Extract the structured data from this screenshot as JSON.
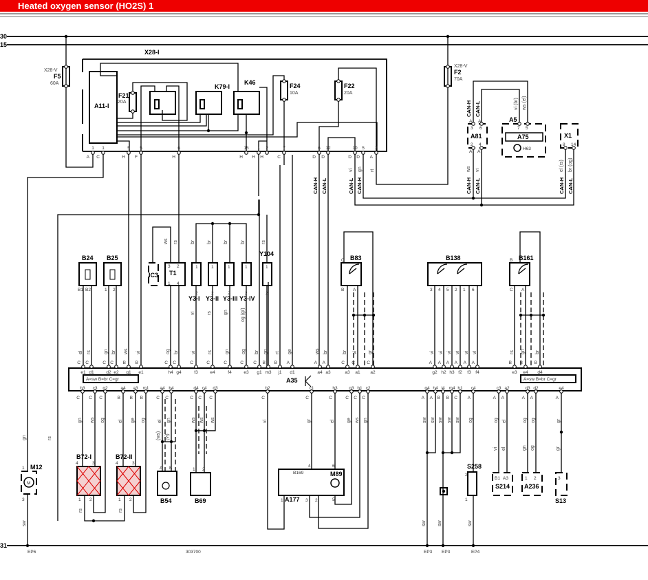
{
  "header": {
    "title": "Heated oxygen sensor (HO2S) 1"
  },
  "rails": {
    "r30": "30",
    "r15": "15",
    "r31": "31"
  },
  "drawing_number": "303700",
  "ground_points": [
    "EP6",
    "EP3",
    "EP3",
    "EP4"
  ],
  "fuses": [
    {
      "id": "F5",
      "rating": "60A",
      "connector": "X28-V"
    },
    {
      "id": "F21",
      "rating": "20A"
    },
    {
      "id": "F24",
      "rating": "10A"
    },
    {
      "id": "F22",
      "rating": "20A"
    },
    {
      "id": "F2",
      "rating": "70A",
      "connector": "X28-V"
    }
  ],
  "modules": {
    "x28": "X28-I",
    "a11": "A11-I",
    "k79": "K79-I",
    "k46": "K46",
    "a81": "A81",
    "a5": "A5",
    "a75": "A75",
    "h63": "H63",
    "x1": "X1",
    "a35": "A35"
  },
  "can": {
    "h": "CAN-H",
    "l": "CAN-L"
  },
  "x28_pins": [
    "1",
    "1",
    "5",
    "5",
    "6",
    "15",
    "1",
    "2",
    "7",
    "6",
    "12",
    "10",
    "5",
    "2"
  ],
  "x28_pin_codes": [
    "A",
    "C",
    "H",
    "F",
    "H",
    "H",
    "H",
    "H",
    "C",
    "D",
    "D",
    "D",
    "D",
    "A"
  ],
  "top_components": {
    "b24": "B24",
    "b25": "B25",
    "ic3": "IC3",
    "t1": "T1",
    "y3_1": "Y3-I",
    "y3_2": "Y3-II",
    "y3_3": "Y3-III",
    "y3_4": "Y3-IV",
    "y104": "Y104",
    "b83": "B83",
    "b138": "B138",
    "b161": "B161"
  },
  "bottom_components": {
    "m12": "M12",
    "b72_1": "B72-I",
    "b72_2": "B72-II",
    "b54": "B54",
    "b69": "B69",
    "b169": "B169",
    "m89": "M89",
    "a177": "A177",
    "s258": "S258",
    "s214": "S214",
    "a236": "A236",
    "s13": "S13"
  },
  "legend": "A=sw  B=br  C=gr",
  "a35_top_pins": [
    "e1",
    "d1",
    "d2",
    "e2",
    "g1",
    "e1",
    "h4",
    "g4",
    "f3",
    "e4",
    "f4",
    "e3",
    "g1",
    "m3",
    "j1",
    "d1",
    "a4",
    "a3",
    "a3",
    "a1",
    "a2",
    "g2",
    "h2",
    "h3",
    "f2",
    "f3",
    "f4",
    "e3",
    "e4",
    "d4"
  ],
  "a35_top_codes": [
    "C",
    "C",
    "C",
    "C",
    "B",
    "B",
    "C",
    "C",
    "C",
    "C",
    "C",
    "C",
    "C",
    "B",
    "B",
    "A",
    "A",
    "A",
    "C",
    "C",
    "C",
    "A",
    "A",
    "A",
    "A",
    "A",
    "A",
    "B",
    "B",
    "B"
  ],
  "a35_top_wires": [
    "el",
    "rs",
    "gn",
    "br",
    "ws",
    "vi",
    "og",
    "br",
    "vi",
    "rs",
    "gn",
    "og",
    "br",
    "gn",
    "rt",
    "ge",
    "ws",
    "br",
    "br",
    "vi",
    "gr",
    "vi",
    "vi",
    "vi",
    "vi",
    "vi",
    "vi",
    "rs",
    "gn",
    "br"
  ],
  "a35_bottom_pins": [
    "b3",
    "c3",
    "g2",
    "a4",
    "a3",
    "m1",
    "a4",
    "b4",
    "d4",
    "c4",
    "d3",
    "b2",
    "c1",
    "h3",
    "g3",
    "b1",
    "c2",
    "g4",
    "h4",
    "l4",
    "m4",
    "h1",
    "c4",
    "c3",
    "a2",
    "d3",
    "d2",
    "e4"
  ],
  "a35_bottom_codes": [
    "C",
    "C",
    "C",
    "B",
    "B",
    "B",
    "C",
    "C",
    "C",
    "C",
    "C",
    "C",
    "C",
    "C",
    "C",
    "C",
    "C",
    "A",
    "A",
    "B",
    "B",
    "C",
    "A",
    "A",
    "A",
    "A",
    "A",
    "A"
  ],
  "a35_bottom_wires": [
    "gn",
    "ws",
    "og",
    "el",
    "ge",
    "og",
    "el",
    "gn",
    "ws",
    "ws",
    "ws",
    "vi",
    "gr",
    "el",
    "ge",
    "ws",
    "gn",
    "sw",
    "sw",
    "sw",
    "sw",
    "sw",
    "og",
    "og",
    "el",
    "og",
    "og",
    "gr"
  ],
  "component_pins": [
    "B1",
    "B2",
    "1",
    "2",
    "3",
    "2",
    "1",
    "4",
    "1",
    "2",
    "1",
    "2",
    "1",
    "2",
    "1",
    "2",
    "1",
    "2",
    "C",
    "B",
    "A",
    "3",
    "4",
    "5",
    "2",
    "1",
    "6",
    "B",
    "C",
    "A",
    "A",
    "A",
    "3",
    "6",
    "2",
    "4",
    "A",
    "A",
    "7",
    "5",
    "8",
    "14",
    "1",
    "3",
    "4",
    "3",
    "1",
    "2",
    "4",
    "3",
    "1",
    "2",
    "A",
    "B",
    "1",
    "2",
    "4",
    "1",
    "3",
    "2",
    "6",
    "5",
    "2",
    "1",
    "B1",
    "A3",
    "1",
    "2",
    "3"
  ],
  "extra_wire_colors": [
    "ws",
    "rs",
    "br",
    "br",
    "br",
    "br",
    "rs",
    "vi",
    "rs",
    "gn",
    "og (gr)",
    "ws",
    "vi",
    "vi (br)",
    "ws (el)",
    "el (rs)",
    "br (og)",
    "vi",
    "gn",
    "rt",
    "gn",
    "sw",
    "rs",
    "rs",
    "rs",
    "(ws)",
    "(vi)",
    "vi",
    "el",
    "gn",
    "og",
    "gr",
    "sw",
    "sw",
    "sw"
  ]
}
